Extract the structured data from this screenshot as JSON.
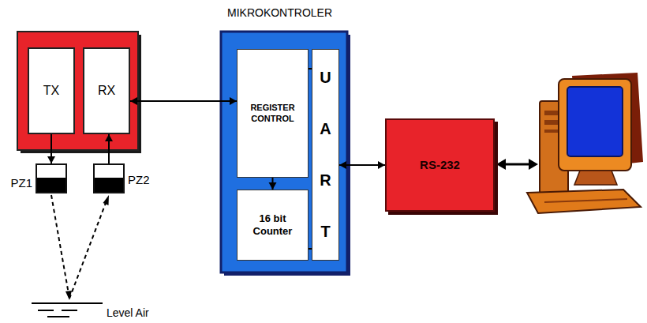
{
  "diagram": {
    "nodes": [
      {
        "text": [
          "TX"
        ]
      },
      {
        "text": [
          "RX"
        ]
      },
      {
        "text": [
          "PZ1"
        ]
      },
      {
        "text": [
          "PZ2"
        ]
      },
      {
        "text": [
          "MIKROKONTROLER"
        ]
      },
      {
        "text": [
          "REGISTER CONTROL"
        ],
        "in": 4
      },
      {
        "text": [
          "16 bit Counter"
        ],
        "in": 4
      },
      {
        "text": [
          "U A R T"
        ],
        "in": 4
      },
      {
        "text": [
          "RS-232"
        ]
      }
    ],
    "edges": [
      {
        "from": 0,
        "to": 2,
        "arrow": "to"
      },
      {
        "from": 3,
        "to": 1,
        "arrow": "to"
      },
      {
        "from": 1,
        "to": 5,
        "arrow": "both"
      },
      {
        "from": 5,
        "to": 6,
        "arrow": "to"
      },
      {
        "from": 5,
        "to": 7,
        "arrow": "none"
      },
      {
        "from": 6,
        "to": 7,
        "arrow": "none"
      },
      {
        "from": 7,
        "to": 8,
        "arrow": "both"
      }
    ],
    "labels": [
      "Level Air"
    ]
  }
}
